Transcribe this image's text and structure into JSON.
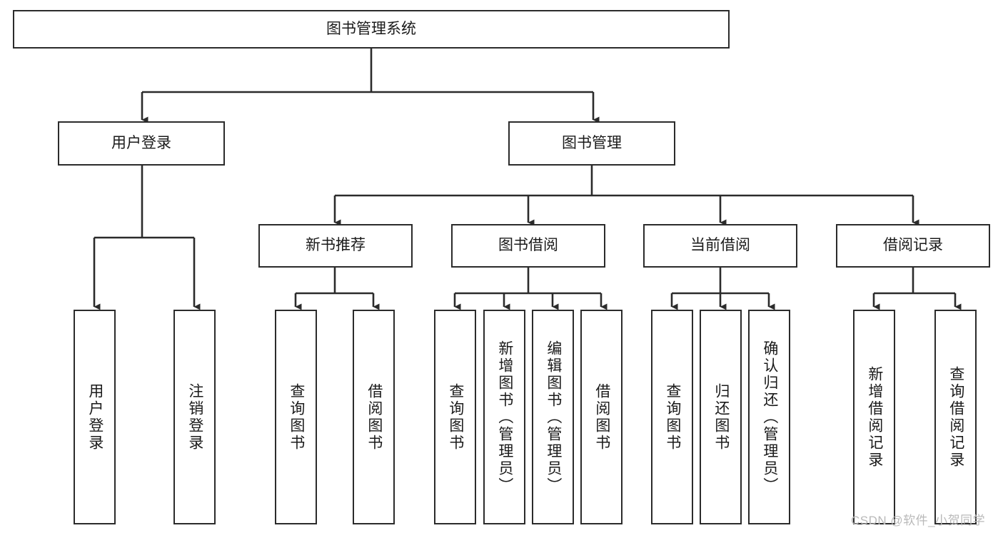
{
  "diagram": {
    "title": "图书管理系统",
    "type": "tree-hierarchy-diagram",
    "colors": {
      "box_border": "#2b2b2b",
      "box_fill": "#ffffff",
      "connector": "#2b2b2b",
      "text": "#1a1a1a",
      "watermark": "#b9b9b9",
      "background": "#ffffff"
    },
    "root": {
      "label": "图书管理系统"
    },
    "level2": [
      {
        "id": "user-login",
        "label": "用户登录"
      },
      {
        "id": "book-management",
        "label": "图书管理"
      }
    ],
    "level3": [
      {
        "id": "new-book-recommend",
        "label": "新书推荐"
      },
      {
        "id": "book-borrow",
        "label": "图书借阅"
      },
      {
        "id": "current-borrow",
        "label": "当前借阅"
      },
      {
        "id": "borrow-record",
        "label": "借阅记录"
      }
    ],
    "leaves": {
      "user_login": [
        {
          "id": "leaf-user-login",
          "label": "用户登录"
        },
        {
          "id": "leaf-logout-login",
          "label": "注销登录"
        }
      ],
      "new_book_recommend": [
        {
          "id": "leaf-query-book-1",
          "label": "查询图书"
        },
        {
          "id": "leaf-borrow-book-1",
          "label": "借阅图书"
        }
      ],
      "book_borrow": [
        {
          "id": "leaf-query-book-2",
          "label": "查询图书"
        },
        {
          "id": "leaf-add-book",
          "label": "新增图书（管理员）"
        },
        {
          "id": "leaf-edit-book",
          "label": "编辑图书（管理员）"
        },
        {
          "id": "leaf-borrow-book-2",
          "label": "借阅图书"
        }
      ],
      "current_borrow": [
        {
          "id": "leaf-query-book-3",
          "label": "查询图书"
        },
        {
          "id": "leaf-return-book",
          "label": "归还图书"
        },
        {
          "id": "leaf-confirm-return",
          "label": "确认归还（管理员）"
        }
      ],
      "borrow_record": [
        {
          "id": "leaf-add-record",
          "label": "新增借阅记录"
        },
        {
          "id": "leaf-query-record",
          "label": "查询借阅记录"
        }
      ]
    }
  },
  "watermark": {
    "text": "CSDN @软件_小贺同学"
  }
}
